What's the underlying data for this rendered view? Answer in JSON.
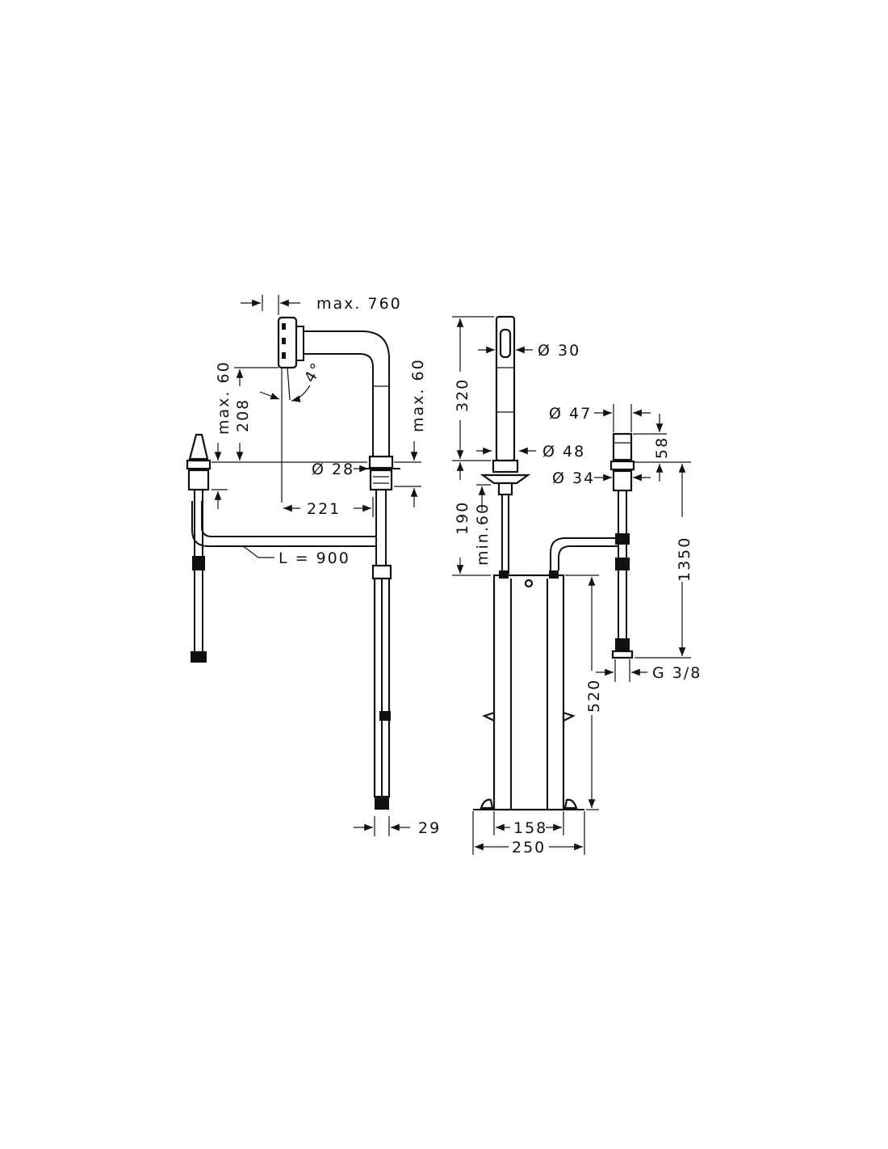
{
  "diagram": {
    "side_view": {
      "spray_reach": "max. 760",
      "angle": "4°",
      "spray_head_drop": "max. 60",
      "spout_height": "208",
      "spout_offset": "max. 60",
      "hole_diameter": "Ø 28",
      "spout_projection": "221",
      "hose_length": "L = 900",
      "hose_diameter": "29"
    },
    "front_view": {
      "spout_height": "320",
      "head_diameter": "Ø 30",
      "base_diameter": "Ø 48",
      "below_deck": "190",
      "min_clearance": "min.60",
      "handle_diameter": "Ø 47",
      "handle_height": "58",
      "handle_hole": "Ø 34",
      "supply_length": "1350",
      "connection": "G 3/8",
      "weight_height": "520",
      "bracket_inner": "158",
      "bracket_outer": "250"
    }
  }
}
